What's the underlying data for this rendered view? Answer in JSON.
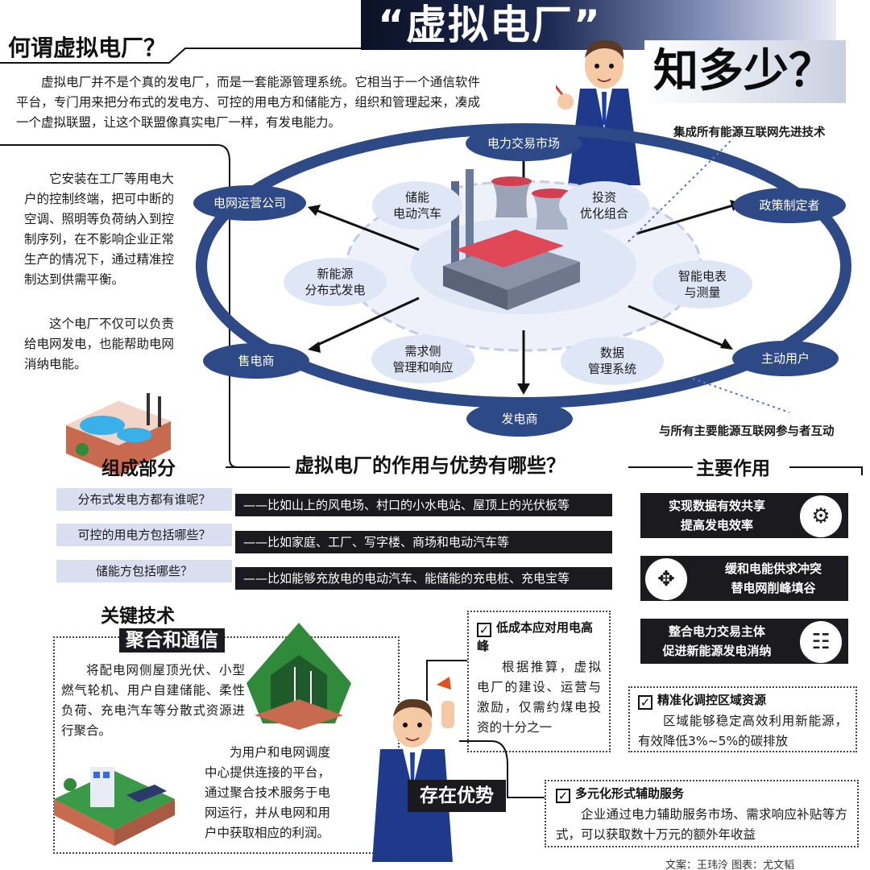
{
  "title": {
    "main": "“虚拟电厂”",
    "sub": "知多少？"
  },
  "section1": {
    "heading": "何谓虚拟电厂？",
    "text": "虚拟电厂并不是个真的发电厂，而是一套能源管理系统。它相当于一个通信软件平台，专门用来把分布式的发电方、可控的用电方和储能方，组织和管理起来，凑成一个虚拟联盟，让这个联盟像真实电厂一样，有发电能力。",
    "side_text_1": "它安装在工厂等用电大户的控制终端，把可中断的空调、照明等负荷纳入到控制序列，在不影响企业正常生产的情况下，通过精准控制达到供需平衡。",
    "side_text_2": "这个电厂不仅可以负责给电网发电，也能帮助电网消纳电能。"
  },
  "diagram": {
    "outer_nodes": [
      "电力交易市场",
      "电网运营公司",
      "政策制定者",
      "售电商",
      "主动用户",
      "发电商"
    ],
    "inner_nodes": [
      [
        "储能",
        "电动汽车"
      ],
      [
        "投资",
        "优化组合"
      ],
      [
        "新能源",
        "分布式发电"
      ],
      [
        "智能电表",
        "与测量"
      ],
      [
        "需求侧",
        "管理和响应"
      ],
      [
        "数据",
        "管理系统"
      ]
    ],
    "note_top": "集成所有能源互联网先进技术",
    "note_bottom": "与所有主要能源互联网参与者互动"
  },
  "section2": {
    "heading": "虚拟电厂的作用与优势有哪些？",
    "components_heading": "组成部分",
    "components": [
      {
        "q": "分布式发电方都有谁呢？",
        "a": "——比如山上的风电场、村口的小水电站、屋顶上的光伏板等"
      },
      {
        "q": "可控的用电方包括哪些？",
        "a": "——比如家庭、工厂、写字楼、商场和电动汽车等"
      },
      {
        "q": "储能方包括哪些？",
        "a": "——比如能够充放电的电动汽车、能储能的充电桩、充电宝等"
      }
    ],
    "functions_heading": "主要作用",
    "functions": [
      {
        "text": "实现数据有效共享\n提高发电效率",
        "icon": "gear-icon"
      },
      {
        "text": "缓和电能供求冲突\n替电网削峰填谷",
        "icon": "puzzle-icon"
      },
      {
        "text": "整合电力交易主体\n促进新能源发电消纳",
        "icon": "meeting-icon"
      }
    ]
  },
  "tech": {
    "heading_1": "关键技术",
    "heading_2": "聚合和通信",
    "text_1": "将配电网侧屋顶光伏、小型燃气轮机、用户自建储能、柔性负荷、充电汽车等分散式资源进行聚合。",
    "text_2": "为用户和电网调度中心提供连接的平台，通过聚合技术服务于电网运行，并从电网和用户中获取相应的利润。"
  },
  "advantages": {
    "heading": "存在优势",
    "items": [
      {
        "title": "低成本应对用电高峰",
        "text": "根据推算，虚拟电厂的建设、运营与激励，仅需约煤电投资的十分之一"
      },
      {
        "title": "精准化调控区域资源",
        "text": "区域能够稳定高效利用新能源，有效降低3%~5%的碳排放"
      },
      {
        "title": "多元化形式辅助服务",
        "text": "企业通过电力辅助服务市场、需求响应补贴等方式，可以获取数十万元的额外年收益"
      }
    ]
  },
  "credit": "文案：王玮泠  图表：尤文韬",
  "colors": {
    "node_dark": "#2e4a86",
    "node_light": "#dfe6f5",
    "banner_dark": "#0b1226",
    "panel_dark": "#1b1b1f"
  }
}
